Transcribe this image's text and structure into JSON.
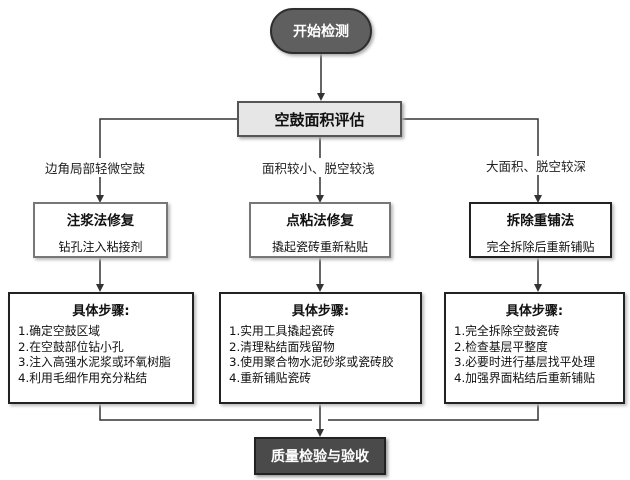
{
  "start": "开始检测",
  "assessment": "空鼓面积评估",
  "branches": [
    {
      "condition": "边角局部轻微空鼓",
      "method": "注浆法修复",
      "method_desc": "钻孔注入粘接剂",
      "steps_title": "具体步骤:",
      "steps": [
        "1.确定空鼓区域",
        "2.在空鼓部位钻小孔",
        "3.注入高强水泥浆或环氧树脂",
        "4.利用毛细作用充分粘结"
      ]
    },
    {
      "condition": "面积较小、脱空较浅",
      "method": "点粘法修复",
      "method_desc": "撬起瓷砖重新粘贴",
      "steps_title": "具体步骤:",
      "steps": [
        "1.实用工具撬起瓷砖",
        "2.清理粘结面残留物",
        "3.使用聚合物水泥砂浆或瓷砖胶",
        "4.重新铺贴瓷砖"
      ]
    },
    {
      "condition": "大面积、脱空较深",
      "method": "拆除重铺法",
      "method_desc": "完全拆除后重新铺贴",
      "steps_title": "具体步骤:",
      "steps": [
        "1.完全拆除空鼓瓷砖",
        "2.检查基层平整度",
        "3.必要时进行基层找平处理",
        "4.加强界面粘结后重新铺贴"
      ]
    }
  ],
  "final": "质量检验与验收"
}
